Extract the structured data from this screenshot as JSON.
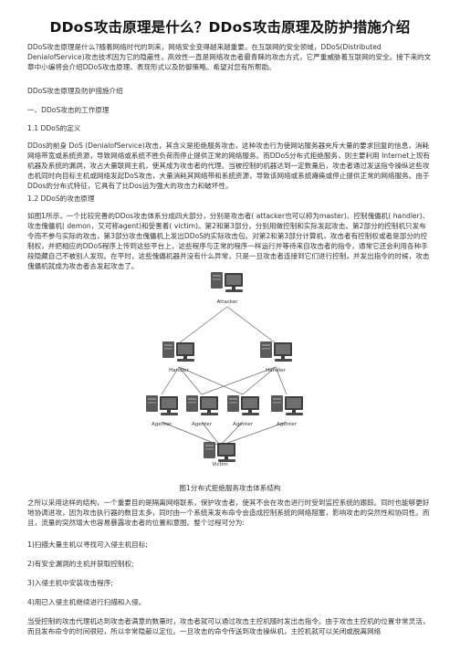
{
  "title": "DDoS攻击原理是什么？DDoS攻击原理及防护措施介绍",
  "intro": "DDoS攻击原理是什么?随着网络时代的到来，网络安全变得越来越重要。在互联网的安全领域，DDoS(Distributed DenialofService)攻击技术因为它的隐蔽性，高效性一直是网络攻击者最青睐的攻击方式，它严重威胁着互联网的安全。接下来的文章中小编将会介绍DDoS攻击原理、表现形式以及防御策略。希望对您有所帮助。",
  "toc_title": "DDoS攻击原理及防护措施介绍",
  "section1_title": "一、DDoS攻击的工作原理",
  "sub11_title": "1.1 DDoS的定义",
  "sub11_body": "DDos的前身 DoS (DenialofService)攻击，其含义是拒绝服务攻击，这种攻击行为使网站服务器充斥大量的要求回复的信息，消耗网络带宽或系统资源，导致网络或系统不胜负荷而停止提供正常的网络服务。而DDoS分布式拒绝服务，则主要利用 Internet上现有机器及系统的漏洞，攻占大量联网主机，使其成为攻击者的代理。当被控制的机器达到一定数量后，攻击者通过发送指令操纵这些攻击机同时向目标主机或网络发起DoS攻击，大量消耗其网络带和系统资源，导致该网络或系统瘫痪或停止提供正常的网络服务。由于DDos的分布式特征，它具有了比Dos远为强大的攻击力和破坏性。",
  "sub12_title": "1.2 DDoS的攻击原理",
  "sub12_body": "如图1所示，一个比较完善的DDos攻击体系分成四大部分，分别是攻击者( attacker也可以称为master)、控制傀儡机( handler)、攻击傀儡机( demon，又可称agent)和受害着( victim)。第2和第3部分，分别用做控制和实际发起攻击。第2部分的控制机只发布令而不参与实际的攻击，第3部分攻击傀儡机上发出DDoS的实际攻击包。对第2和第3部分计算机，攻击者有控制权或者是部分的控制权，并把相应的DDoS程序上传到这些平台上，这些程序与正常的程序一样运行并等待来自攻击者的指令，通常它还会利用各种手段隐藏自己不被别人发现。在平时，这些傀儡机器并没有什么异常，只是一旦攻击者连接到它们进行控制，并发出指令的时候，攻击傀儡机就成为攻击者去发起攻击了。",
  "diagram": {
    "attacker_label": "Attacker",
    "handler_label": "Handler",
    "agent_label": "Agenter",
    "victim_label": "Victim"
  },
  "figure_caption": "图1分布式拒绝服务攻击体系结构",
  "after_fig": "之所以采用这样的结构，一个重要目的是隔离网络联系，保护攻击者，使其不会在攻击进行时受到监控系统的跟踪。同时也能够更好地协调进攻，因为攻击执行器的数目太多，同时由一个系统来发布命令会造成控制系统的网络阻塞，影响攻击的突然性和协同性。而且，流量的突然增大也容易暴露攻击者的位置和意图。整个过程可分为:",
  "steps": [
    "1)扫描大量主机以寻找可入侵主机目标;",
    "2)有安全漏洞的主机并获取控制权;",
    "3)入侵主机中安装攻击程序;",
    "4)用已入侵主机继续进行扫描和入侵。"
  ],
  "closing": "当受控制的攻击代理机达到攻击者满意的数量时，攻击者就可以通过攻击主控机随时发出击指令。由于攻击主控机的位置非常灵活，而且发布命令的时间很短，所以非常隐蔽以定位。一旦攻击的命令传送到攻击操纵机，主控机就可以关闭或脱离网络"
}
